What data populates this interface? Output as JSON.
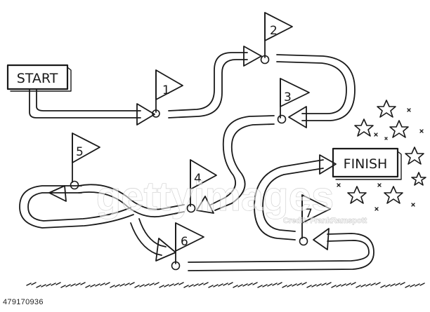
{
  "start": "START",
  "finish": "FINISH",
  "flags": [
    "1",
    "2",
    "3",
    "4",
    "5",
    "6",
    "7"
  ],
  "watermark": {
    "site": "gettyimages",
    "author": "Credit: FrankRamspott"
  },
  "photo_id": "479170936",
  "ink_color": "#1a1a1a"
}
